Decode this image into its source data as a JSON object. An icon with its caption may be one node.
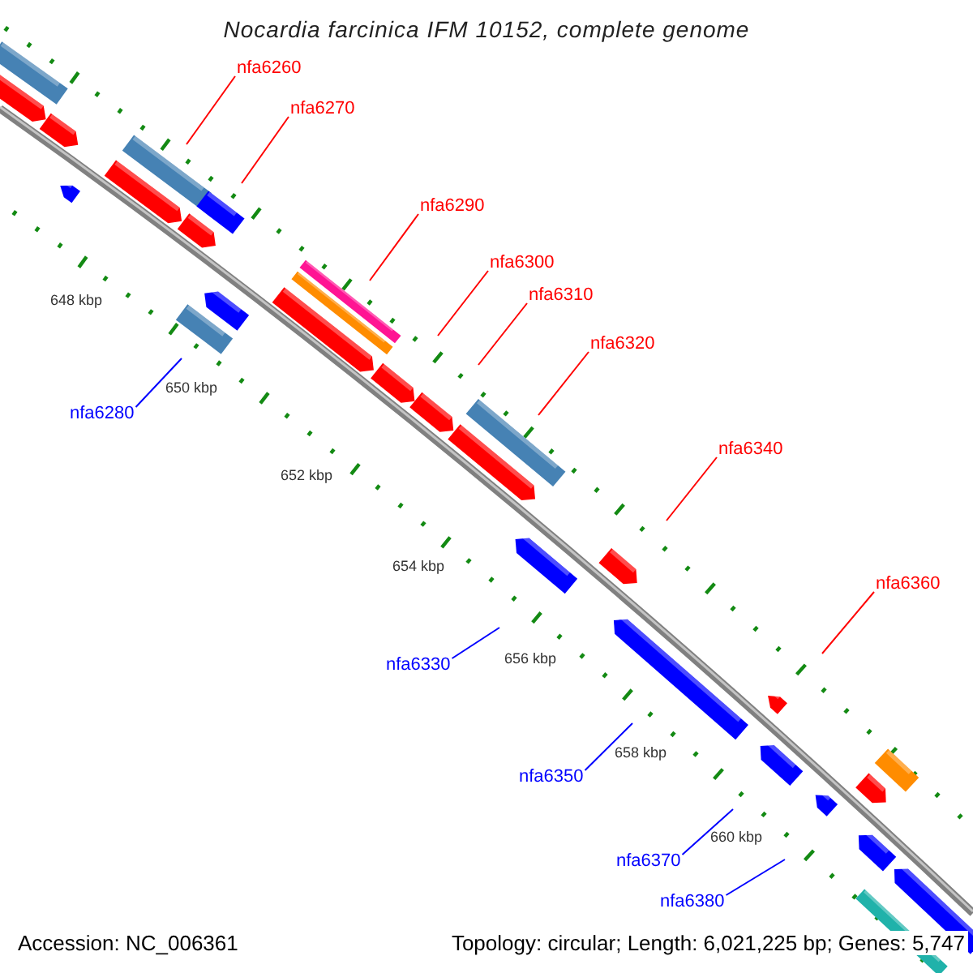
{
  "diagram": {
    "title": "Nocardia farcinica IFM 10152, complete genome",
    "nodes": [
      {
        "text": [
          "nfa6260"
        ]
      },
      {
        "text": [
          "nfa6270"
        ]
      },
      {
        "text": [
          "nfa6290"
        ]
      },
      {
        "text": [
          "nfa6300"
        ]
      },
      {
        "text": [
          "nfa6310"
        ]
      },
      {
        "text": [
          "nfa6320"
        ]
      },
      {
        "text": [
          "nfa6280"
        ]
      },
      {
        "text": [
          "nfa6340"
        ]
      },
      {
        "text": [
          "nfa6330"
        ]
      },
      {
        "text": [
          "nfa6360"
        ]
      },
      {
        "text": [
          "nfa6350"
        ]
      },
      {
        "text": [
          "nfa6370"
        ]
      },
      {
        "text": [
          "nfa6380"
        ]
      }
    ],
    "edges": [
      {
        "from": 0,
        "to": null,
        "arrow": "none"
      },
      {
        "from": 1,
        "to": null,
        "arrow": "none"
      },
      {
        "from": 2,
        "to": null,
        "arrow": "none"
      },
      {
        "from": 3,
        "to": null,
        "arrow": "none"
      },
      {
        "from": 4,
        "to": null,
        "arrow": "none"
      },
      {
        "from": 5,
        "to": null,
        "arrow": "none"
      },
      {
        "from": 6,
        "to": null,
        "arrow": "none",
        "color": "#0000ff"
      },
      {
        "from": 7,
        "to": null,
        "arrow": "none"
      },
      {
        "from": 8,
        "to": null,
        "arrow": "none",
        "color": "#0000ff"
      },
      {
        "from": 9,
        "to": null,
        "arrow": "none"
      },
      {
        "from": 10,
        "to": null,
        "arrow": "none",
        "color": "#0000ff"
      },
      {
        "from": 11,
        "to": null,
        "arrow": "none",
        "color": "#0000ff"
      },
      {
        "from": 12,
        "to": null,
        "arrow": "none",
        "color": "#0000ff"
      }
    ],
    "labels": [
      "648 kbp",
      "650 kbp",
      "652 kbp",
      "654 kbp",
      "656 kbp",
      "658 kbp",
      "660 kbp",
      "Accession: NC_006361",
      "Topology: circular; Length: 6,021,225 bp; Genes: 5,747"
    ]
  }
}
